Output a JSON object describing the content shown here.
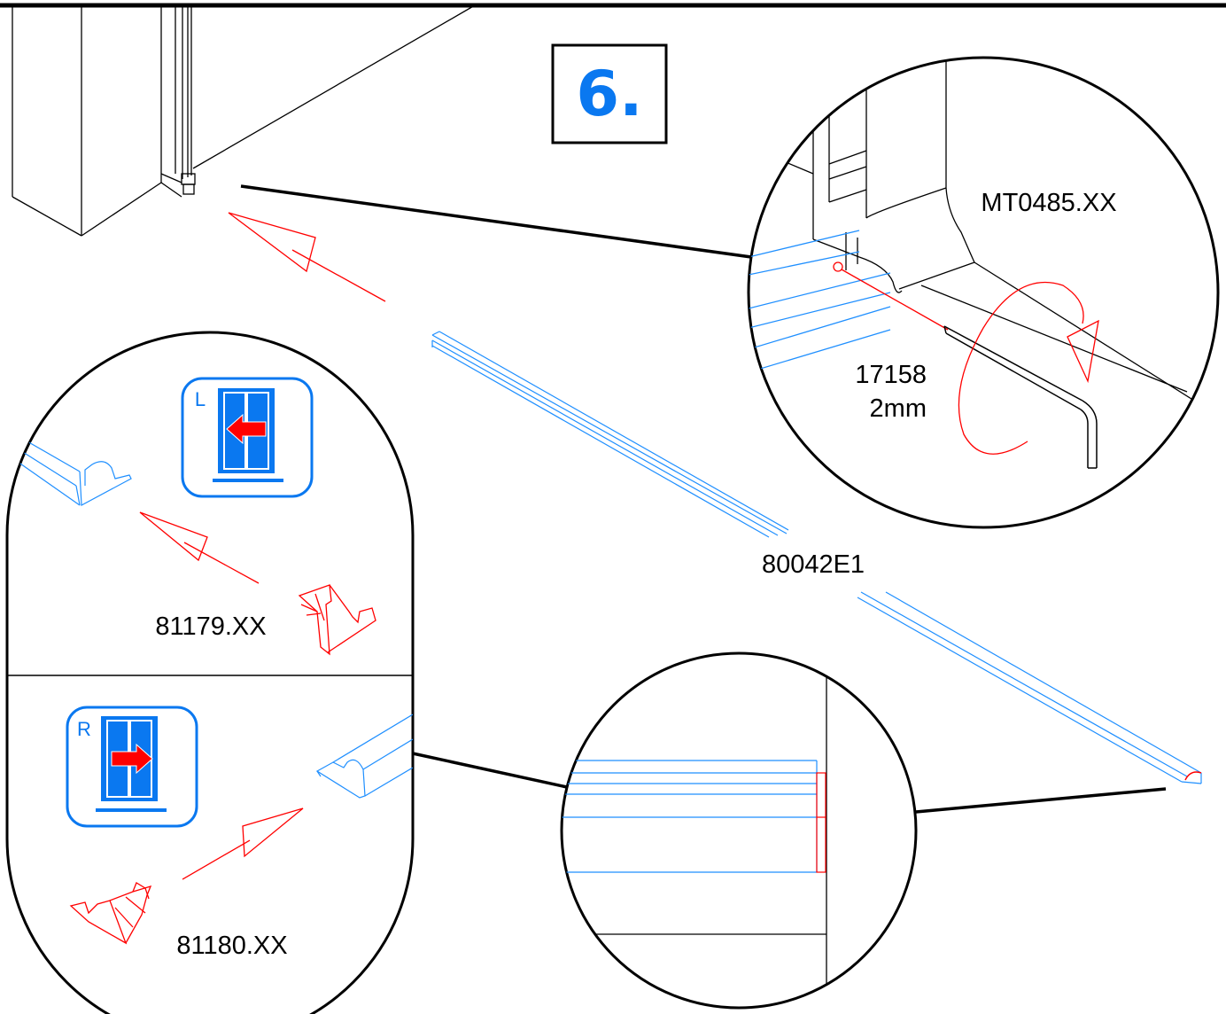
{
  "step": {
    "number": "6."
  },
  "parts": {
    "setscrew": "MT0485.XX",
    "hex_key_code": "17158",
    "hex_key_size": "2mm",
    "profile": "80042E1",
    "end_cap_left": "81179.XX",
    "end_cap_right": "81180.XX"
  },
  "side_icons": {
    "left_letter": "L",
    "right_letter": "R"
  },
  "colors": {
    "line": "#000000",
    "part_blue": "#1f8fff",
    "icon_blue": "#0a78f0",
    "accent_red": "#ff0000",
    "step_blue": "#0a78f0",
    "background": "#ffffff"
  },
  "icons": [
    "left-slide-door-icon",
    "right-slide-door-icon",
    "rotate-arrow-icon",
    "insert-arrow-icon"
  ]
}
